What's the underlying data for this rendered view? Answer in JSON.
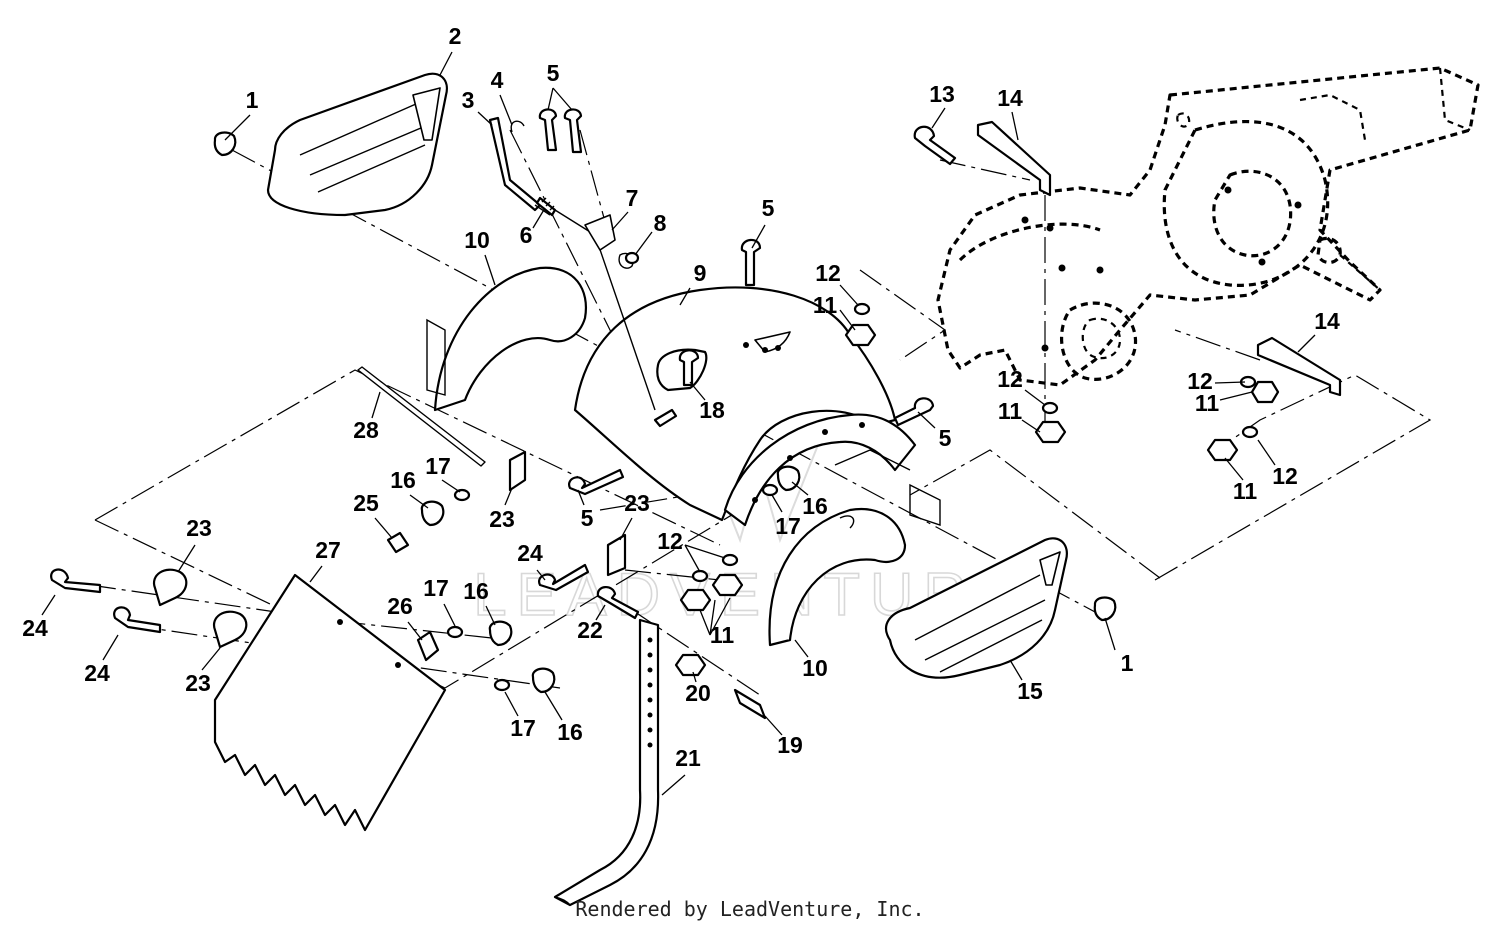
{
  "footer": {
    "credit": "Rendered by LeadVenture, Inc."
  },
  "watermark": {
    "text": "LEADVENTURE"
  },
  "callouts": [
    {
      "key": "c1a",
      "text": "1"
    },
    {
      "key": "c1b",
      "text": "1"
    },
    {
      "key": "c2",
      "text": "2"
    },
    {
      "key": "c3",
      "text": "3"
    },
    {
      "key": "c4",
      "text": "4"
    },
    {
      "key": "c5a",
      "text": "5"
    },
    {
      "key": "c5b",
      "text": "5"
    },
    {
      "key": "c5c",
      "text": "5"
    },
    {
      "key": "c5d",
      "text": "5"
    },
    {
      "key": "c6",
      "text": "6"
    },
    {
      "key": "c7",
      "text": "7"
    },
    {
      "key": "c8",
      "text": "8"
    },
    {
      "key": "c9",
      "text": "9"
    },
    {
      "key": "c10a",
      "text": "10"
    },
    {
      "key": "c10b",
      "text": "10"
    },
    {
      "key": "c11a",
      "text": "11"
    },
    {
      "key": "c11b",
      "text": "11"
    },
    {
      "key": "c11c",
      "text": "11"
    },
    {
      "key": "c11d",
      "text": "11"
    },
    {
      "key": "c11e",
      "text": "11"
    },
    {
      "key": "c12a",
      "text": "12"
    },
    {
      "key": "c12b",
      "text": "12"
    },
    {
      "key": "c12c",
      "text": "12"
    },
    {
      "key": "c12d",
      "text": "12"
    },
    {
      "key": "c12e",
      "text": "12"
    },
    {
      "key": "c13",
      "text": "13"
    },
    {
      "key": "c14a",
      "text": "14"
    },
    {
      "key": "c14b",
      "text": "14"
    },
    {
      "key": "c15",
      "text": "15"
    },
    {
      "key": "c16a",
      "text": "16"
    },
    {
      "key": "c16b",
      "text": "16"
    },
    {
      "key": "c16c",
      "text": "16"
    },
    {
      "key": "c16d",
      "text": "16"
    },
    {
      "key": "c17a",
      "text": "17"
    },
    {
      "key": "c17b",
      "text": "17"
    },
    {
      "key": "c17c",
      "text": "17"
    },
    {
      "key": "c17d",
      "text": "17"
    },
    {
      "key": "c18",
      "text": "18"
    },
    {
      "key": "c19",
      "text": "19"
    },
    {
      "key": "c20",
      "text": "20"
    },
    {
      "key": "c21",
      "text": "21"
    },
    {
      "key": "c22",
      "text": "22"
    },
    {
      "key": "c23a",
      "text": "23"
    },
    {
      "key": "c23b",
      "text": "23"
    },
    {
      "key": "c23c",
      "text": "23"
    },
    {
      "key": "c23d",
      "text": "23"
    },
    {
      "key": "c24a",
      "text": "24"
    },
    {
      "key": "c24b",
      "text": "24"
    },
    {
      "key": "c24c",
      "text": "24"
    },
    {
      "key": "c25",
      "text": "25"
    },
    {
      "key": "c26",
      "text": "26"
    },
    {
      "key": "c27",
      "text": "27"
    },
    {
      "key": "c28",
      "text": "28"
    }
  ]
}
